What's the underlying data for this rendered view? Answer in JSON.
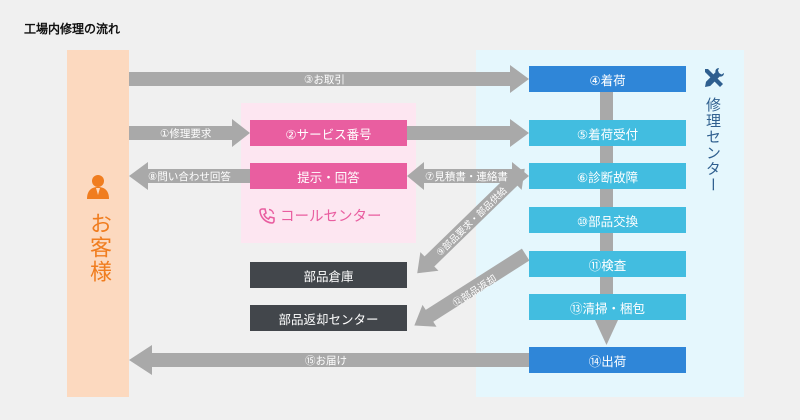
{
  "title": "工場内修理の流れ",
  "panels": {
    "customer": "お客様",
    "call_center": "コールセンター",
    "repair_center": "修理センター"
  },
  "boxes": {
    "service_number": "②サービス番号",
    "present_answer": "提示・回答",
    "parts_warehouse": "部品倉庫",
    "parts_return_center": "部品返却センター",
    "arrival": "④着荷",
    "arrival_receipt": "⑤着荷受付",
    "diagnosis": "⑥診断故障",
    "parts_replace": "⑩部品交換",
    "inspection": "⑪検査",
    "cleaning_packing": "⑬清掃・梱包",
    "shipping": "⑭出荷"
  },
  "arrow_labels": {
    "transaction": "③お取引",
    "repair_request": "①修理要求",
    "inquiry_answer": "⑧問い合わせ回答",
    "estimate_contact": "⑦見積書・連絡書",
    "parts_request_supply": "⑨部品要求・部品供給",
    "parts_return": "⑫部品返却",
    "delivery": "⑮お届け"
  },
  "icons": {
    "customer": "person-icon",
    "call_center": "phone-icon",
    "repair_center": "tools-icon"
  },
  "colors": {
    "customer_panel": "#fcd9bf",
    "call_center_panel": "#fde6f1",
    "repair_center_panel": "#e5f7fd",
    "pink": "#e95ea0",
    "dark": "#42464b",
    "cyan": "#42bde0",
    "blue": "#2f86d8",
    "arrow": "#a9a9a9",
    "customer_text": "#f07d1f"
  }
}
